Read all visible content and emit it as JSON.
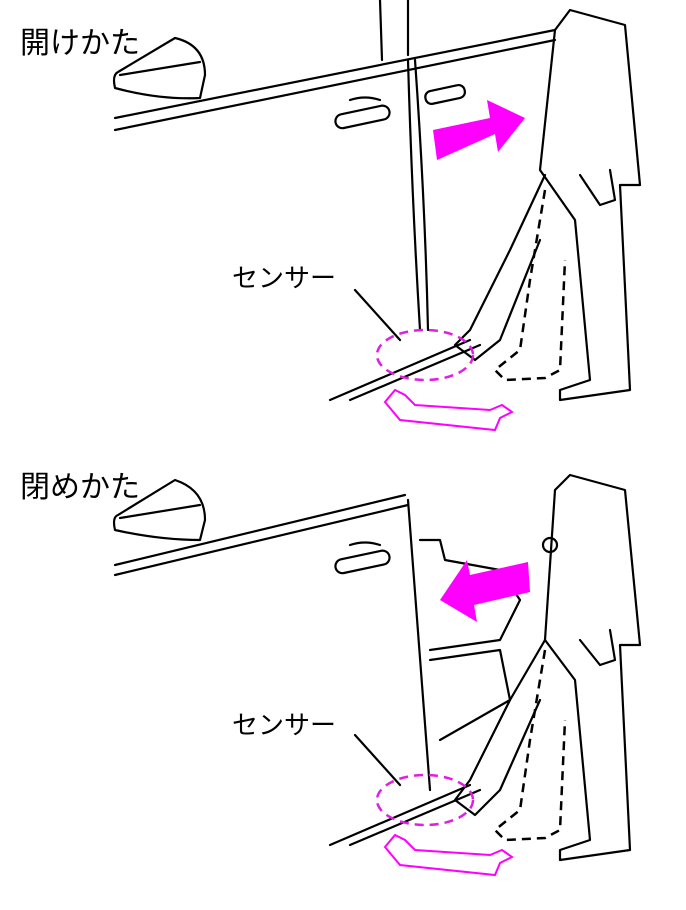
{
  "panels": [
    {
      "title": "開けかた",
      "sensor_label": "センサー",
      "arrow_direction": "right"
    },
    {
      "title": "閉めかた",
      "sensor_label": "センサー",
      "arrow_direction": "left"
    }
  ],
  "colors": {
    "accent": "#ff00ff",
    "line": "#000000"
  }
}
